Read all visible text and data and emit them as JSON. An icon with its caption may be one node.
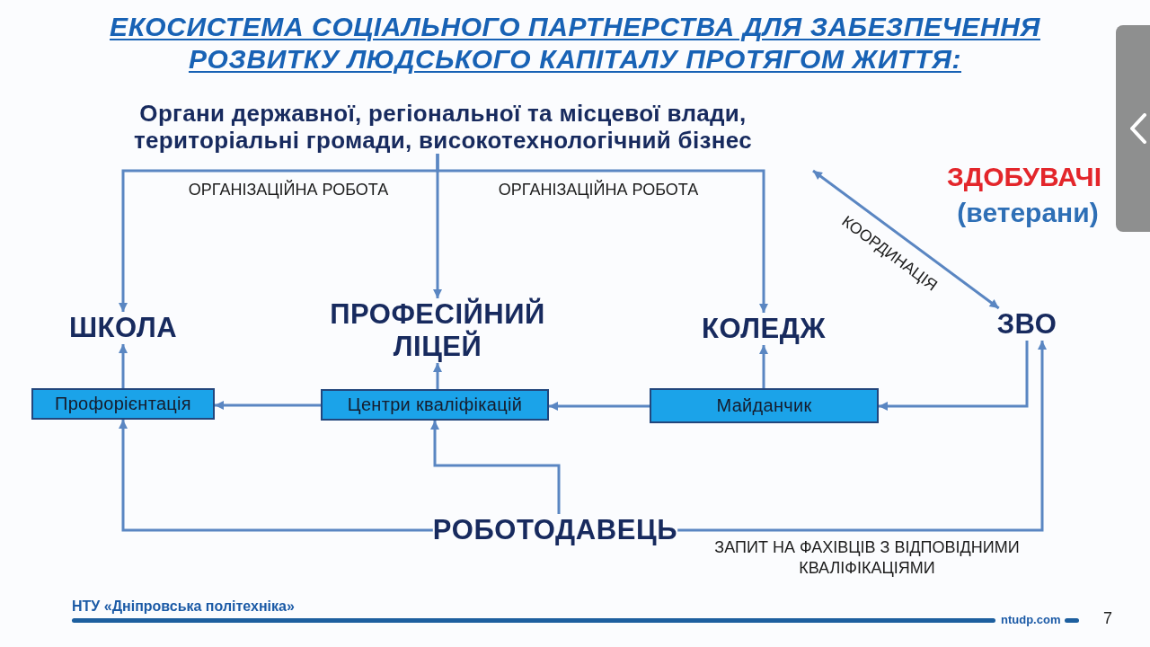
{
  "diagram": {
    "title": "ЕКОСИСТЕМА СОЦІАЛЬНОГО ПАРТНЕРСТВА ДЛЯ ЗАБЕЗПЕЧЕННЯ РОЗВИТКУ ЛЮДСЬКОГО КАПІТАЛУ ПРОТЯГОМ ЖИТТЯ:",
    "nodes": [
      {
        "text": [
          "Органи державної, регіональної та місцевої влади, територіальні громади, високотехнологічний бізнес"
        ]
      },
      {
        "text": [
          "ШКОЛА"
        ]
      },
      {
        "text": [
          "ПРОФЕСІЙНИЙ ЛІЦЕЙ"
        ]
      },
      {
        "text": [
          "КОЛЕДЖ"
        ]
      },
      {
        "text": [
          "ЗВО"
        ]
      },
      {
        "text": [
          "Профорієнтація"
        ]
      },
      {
        "text": [
          "Центри кваліфікацій"
        ]
      },
      {
        "text": [
          "Майданчик"
        ]
      },
      {
        "text": [
          "РОБОТОДАВЕЦЬ"
        ]
      }
    ],
    "edges": [
      {
        "from": 0,
        "to": 1,
        "arrow": "to",
        "label": "ОРГАНІЗАЦІЙНА РОБОТА"
      },
      {
        "from": 0,
        "to": 2,
        "arrow": "to"
      },
      {
        "from": 0,
        "to": 3,
        "arrow": "to",
        "label": "ОРГАНІЗАЦІЙНА РОБОТА"
      },
      {
        "from": null,
        "to": 4,
        "arrow": "both",
        "label": "КООРДИНАЦІЯ"
      },
      {
        "from": 5,
        "to": 1,
        "arrow": "to"
      },
      {
        "from": 6,
        "to": 2,
        "arrow": "to"
      },
      {
        "from": 7,
        "to": 3,
        "arrow": "to"
      },
      {
        "from": 6,
        "to": 5,
        "arrow": "to"
      },
      {
        "from": 7,
        "to": 6,
        "arrow": "to"
      },
      {
        "from": 4,
        "to": 7,
        "arrow": "to"
      },
      {
        "from": 8,
        "to": 5,
        "arrow": "to"
      },
      {
        "from": 8,
        "to": 6,
        "arrow": "to"
      },
      {
        "from": 8,
        "to": 4,
        "arrow": "to",
        "label": "ЗАПИТ НА ФАХІВЦІВ З ВІДПОВІДНИМИ КВАЛІФІКАЦІЯМИ"
      }
    ],
    "labels": [
      "ЗДОБУВАЧІ",
      "(ветерани)",
      "НТУ «Дніпровська політехніка»",
      "ntudp.com",
      "7"
    ]
  }
}
